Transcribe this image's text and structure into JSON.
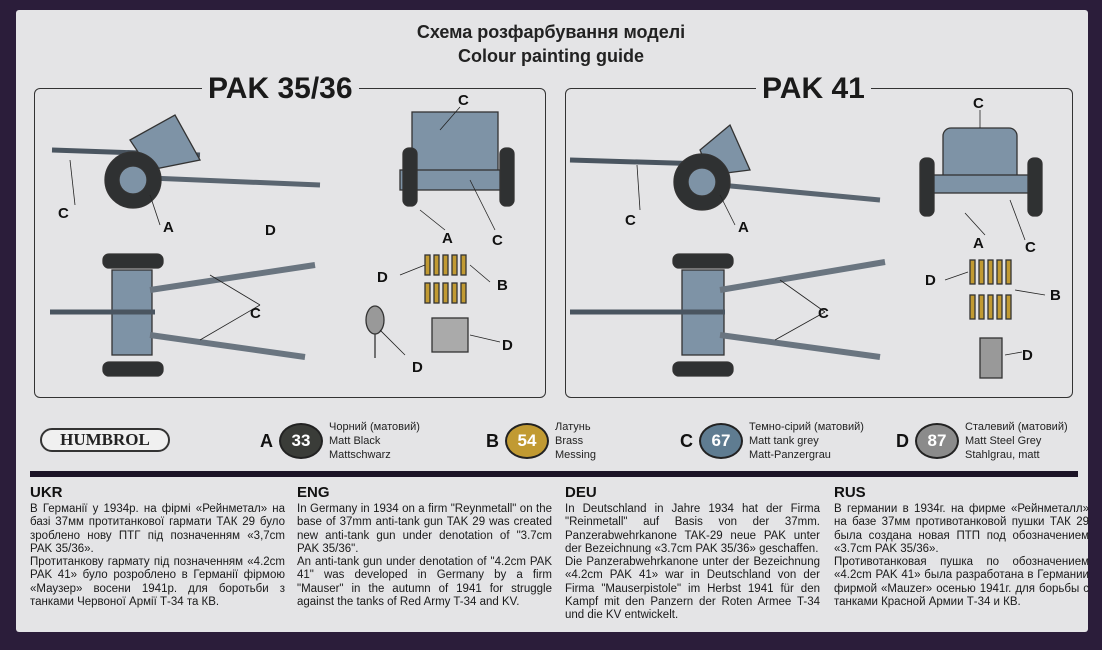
{
  "header": {
    "title_ukr": "Схема розфарбування моделі",
    "title_eng": "Colour painting guide"
  },
  "panels": [
    {
      "title": "PAK 35/36",
      "labels": [
        "A",
        "B",
        "C",
        "D"
      ]
    },
    {
      "title": "PAK 41",
      "labels": [
        "A",
        "B",
        "C",
        "D"
      ]
    }
  ],
  "brand": "HUMBROL",
  "colors": [
    {
      "letter": "A",
      "code": "33",
      "hex": "#3a3c38",
      "ukr": "Чорний (матовий)",
      "eng": "Matt Black",
      "deu": "Mattschwarz"
    },
    {
      "letter": "B",
      "code": "54",
      "hex": "#c19a32",
      "ukr": "Латунь",
      "eng": "Brass",
      "deu": "Messing"
    },
    {
      "letter": "C",
      "code": "67",
      "hex": "#5f7c91",
      "ukr": "Темно-сірий (матовий)",
      "eng": "Matt tank grey",
      "deu": "Matt-Panzergrau"
    },
    {
      "letter": "D",
      "code": "87",
      "hex": "#8b8b8b",
      "ukr": "Сталевий (матовий)",
      "eng": "Matt Steel Grey",
      "deu": "Stahlgrau, matt"
    }
  ],
  "texts": [
    {
      "lang": "UKR",
      "p1": "В Германії у 1934р. на фірмі «Рейнметал» на базі 37мм протитанкової гармати ТАК 29 було зроблено нову ПТГ під позначенням «3,7cm PAK 35/36».",
      "p2": "Протитанкову гармату під позначенням «4.2cm PAK 41» було розроблено в Германії фірмою «Маузер» восени 1941р. для боротьби з танками Червоної Армії Т-34 та КВ."
    },
    {
      "lang": "ENG",
      "p1": "In Germany in 1934 on a firm \"Reynmetall\" on the base of 37mm anti-tank gun TAK 29 was created new anti-tank gun under denotation of \"3.7cm PAK 35/36\".",
      "p2": "An anti-tank gun under denotation of \"4.2cm PAK 41\" was developed in Germany by a firm \"Mauser\" in the autumn of 1941 for struggle against the tanks of Red Army T-34 and KV."
    },
    {
      "lang": "DEU",
      "p1": "In Deutschland in Jahre 1934 hat der Firma \"Reinmetall\" auf Basis von der 37mm. Panzerabwehrkanone TAK-29 neue PAK unter der Bezeichnung «3.7cm PAK 35/36» geschaffen.",
      "p2": "Die Panzerabwehrkanone unter der Bezeichnung «4.2cm PAK 41» war in Deutschland von der Firma \"Mauserpistole\" im Herbst 1941 für den Kampf mit den Panzern der Roten Armee T-34 und die KV entwickelt."
    },
    {
      "lang": "RUS",
      "p1": "В германии в 1934г. на фирме «Рейнметалл» на базе 37мм противотанковой пушки ТАК 29 была создана новая ПТП под обозначением «3.7cm PAK 35/36».",
      "p2": "Противотанковая пушка по обозначением «4.2cm PAK 41» была разработана в Германии фирмой «Mauzer» осенью 1941г. для борьбы с танками Красной Армии Т-34 и КВ."
    }
  ]
}
